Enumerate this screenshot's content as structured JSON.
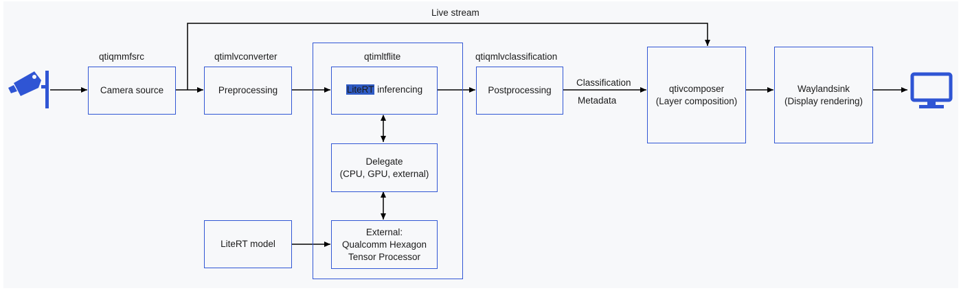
{
  "title_labels": {
    "live_stream": "Live stream",
    "qtiqmmfsrc": "qtiqmmfsrc",
    "qtimlvconverter": "qtimlvconverter",
    "qtimltflite": "qtimltflite",
    "qtiqmlvclassification": "qtiqmlvclassification",
    "classification": "Classification",
    "metadata": "Metadata"
  },
  "boxes": {
    "camera_source": "Camera source",
    "preprocessing": "Preprocessing",
    "inferencing_highlight": "LiteRT",
    "inferencing_rest": " inferencing",
    "delegate_line1": "Delegate",
    "delegate_line2": "(CPU, GPU, external)",
    "external_line1": "External:",
    "external_line2": "Qualcomm Hexagon",
    "external_line3": "Tensor Processor",
    "litert_model": "LiteRT model",
    "postprocessing": "Postprocessing",
    "composer_line1": "qtivcomposer",
    "composer_line2": "(Layer composition)",
    "sink_line1": "Waylandsink",
    "sink_line2": "(Display rendering)"
  },
  "colors": {
    "accent": "#2f55d4",
    "icon": "#2f55d4",
    "highlight": "#2f5bc4"
  },
  "icons": [
    "security-camera-icon",
    "monitor-icon"
  ]
}
